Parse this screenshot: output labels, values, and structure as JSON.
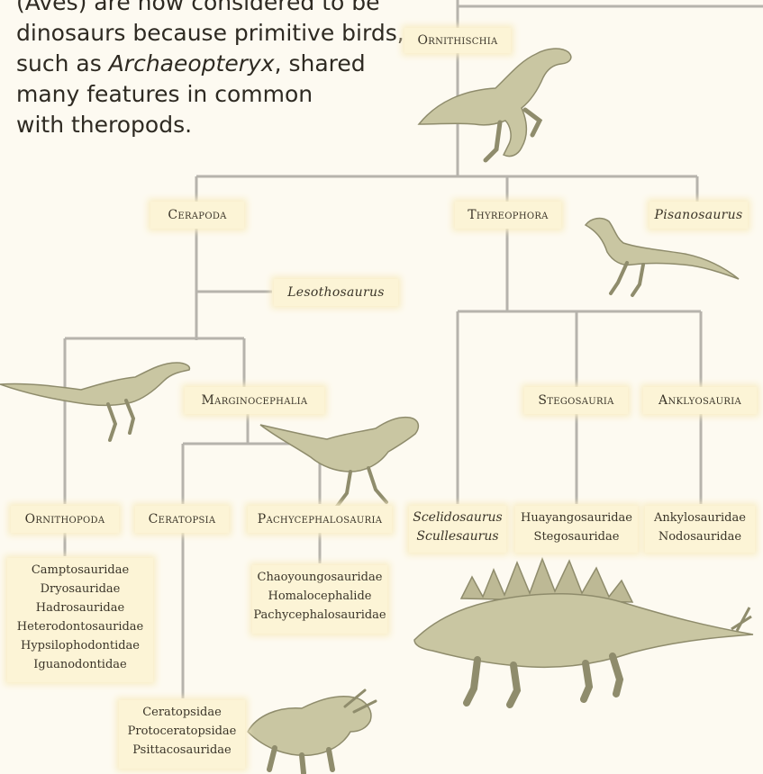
{
  "intro": {
    "line1": "(Aves) are now considered to be",
    "line2": "dinosaurs because primitive birds,",
    "line3_prefix": "such as ",
    "line3_genus": "Archaeopteryx",
    "line3_suffix": ", shared",
    "line4": "many features in common",
    "line5": "with theropods."
  },
  "taxa": {
    "ornithischia": "Ornithischia",
    "cerapoda": "Cerapoda",
    "thyreophora": "Thyreophora",
    "pisanosaurus": "Pisanosaurus",
    "lesothosaurus": "Lesothosaurus",
    "marginocephalia": "Marginocephalia",
    "stegosauria": "Stegosauria",
    "ankylosauria": "Anklyosauria",
    "ornithopoda": "Ornithopoda",
    "ceratopsia": "Ceratopsia",
    "pachycephalosauria": "Pachycephalosauria"
  },
  "families": {
    "scelidosaurus": [
      "Scelidosaurus",
      "Scullesaurus"
    ],
    "stegosauria": [
      "Huayangosauridae",
      "Stegosauridae"
    ],
    "ankylosauria": [
      "Ankylosauridae",
      "Nodosauridae"
    ],
    "ornithopoda": [
      "Camptosauridae",
      "Dryosauridae",
      "Hadrosauridae",
      "Heterodontosauridae",
      "Hypsilophodontidae",
      "Iguanodontidae"
    ],
    "pachycephalosauria": [
      "Chaoyoungosauridae",
      "Homalocephalide",
      "Pachycephalosauridae"
    ],
    "ceratopsia": [
      "Ceratopsidae",
      "Protoceratopsidae",
      "Psittacosauridae"
    ]
  },
  "colors": {
    "line": "#b6b3ac",
    "label_bg": "#fcf4d6",
    "dino_body": "#c9c6a2",
    "dino_shade": "#8f8c6c"
  }
}
